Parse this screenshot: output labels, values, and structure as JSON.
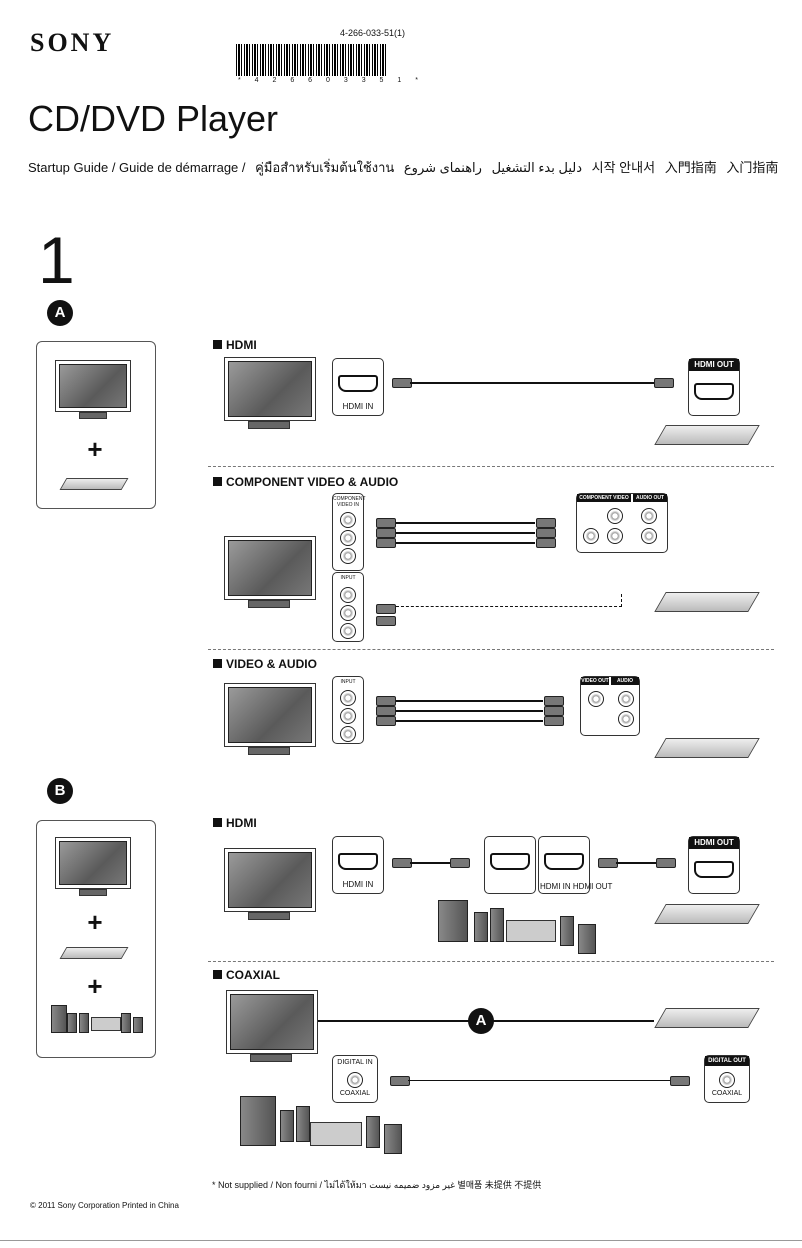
{
  "header": {
    "brand": "SONY",
    "doc_code": "4-266-033-51(1)",
    "barcode_text": "* 4 2 6 6 0 3 3 5 1 *"
  },
  "title": "CD/DVD Player",
  "subtitle": [
    "Startup Guide / Guide de démarrage /",
    "คู่มือสำหรับเริ่มต้นใช้งาน",
    "دليل بدء التشغيل",
    "راهنمای شروع",
    "시작 안내서",
    "入門指南",
    "入门指南"
  ],
  "step_number": "1",
  "sections": {
    "A": {
      "label": "A",
      "hdmi": {
        "heading": "HDMI",
        "tv_port": "HDMI IN",
        "player_port": "HDMI OUT"
      },
      "component": {
        "heading": "COMPONENT VIDEO & AUDIO",
        "tv_port": "COMPONENT VIDEO IN",
        "tv_input": "INPUT",
        "player_video": "COMPONENT VIDEO OUT",
        "player_audio": "AUDIO OUT"
      },
      "video_audio": {
        "heading": "VIDEO & AUDIO",
        "tv_input": "INPUT",
        "player_video": "VIDEO OUT",
        "player_audio": "AUDIO OUT"
      }
    },
    "B": {
      "label": "B",
      "hdmi": {
        "heading": "HDMI",
        "tv_port": "HDMI IN",
        "amp_ports": "HDMI IN HDMI OUT",
        "player_port": "HDMI OUT"
      },
      "coaxial": {
        "heading": "COAXIAL",
        "amp_port_head": "DIGITAL IN",
        "amp_port": "COAXIAL",
        "player_port_head": "DIGITAL OUT",
        "player_port": "COAXIAL",
        "marker": "A"
      }
    }
  },
  "footnote": "*  Not supplied / Non fourni / ไม่ได้ให้มา  غير مزود  ضمیمه نیست  별매품  未提供  不提供",
  "copyright": "© 2011 Sony Corporation  Printed in China"
}
